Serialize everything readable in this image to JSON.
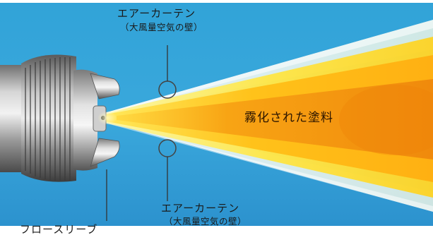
{
  "labels": {
    "air_curtain_top": {
      "title": "エアーカーテン",
      "subtitle": "（大風量空気の壁）"
    },
    "air_curtain_bottom": {
      "title": "エアーカーテン",
      "subtitle": "（大風量空気の壁）"
    },
    "atomized_paint": "霧化された塗料",
    "flow_sleeve": "フロースリーブ"
  },
  "colors": {
    "background_top": "#2f9fd4",
    "background_bottom": "#2a8ecb",
    "paint_core": "#f59a10",
    "paint_mid": "#ffc21a",
    "paint_outer": "#fff066",
    "air_curtain": "#fffde0",
    "nozzle_metal": "#a9a9a9"
  }
}
